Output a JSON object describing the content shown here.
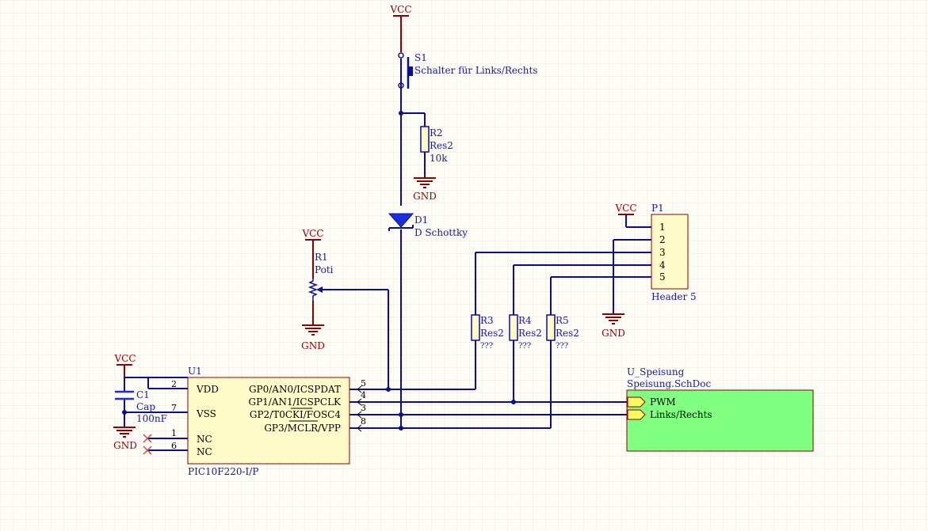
{
  "colors": {
    "wire": "#0b0f8f",
    "power": "#8b0000",
    "label": "#1a1a9a",
    "component_fill": "#fffbc8",
    "sheet_fill": "#80ff80",
    "grid": "#ecece0",
    "noconnect": "#c0504d"
  },
  "power": {
    "vcc": "VCC",
    "gnd": "GND"
  },
  "s1": {
    "designator": "S1",
    "comment": "Schalter für Links/Rechts"
  },
  "r2": {
    "designator": "R2",
    "comment": "Res2",
    "value": "10k"
  },
  "d1": {
    "designator": "D1",
    "comment": "D Schottky"
  },
  "r1": {
    "designator": "R1",
    "comment": "Poti"
  },
  "p1": {
    "designator": "P1",
    "comment": "Header 5",
    "pins": [
      "1",
      "2",
      "3",
      "4",
      "5"
    ]
  },
  "r3": {
    "designator": "R3",
    "comment": "Res2",
    "value": "???"
  },
  "r4": {
    "designator": "R4",
    "comment": "Res2",
    "value": "???"
  },
  "r5": {
    "designator": "R5",
    "comment": "Res2",
    "value": "???"
  },
  "c1": {
    "designator": "C1",
    "comment": "Cap",
    "value": "100nF"
  },
  "u1": {
    "designator": "U1",
    "comment": "PIC10F220-I/P",
    "left_pins": [
      {
        "num": "2",
        "name": "VDD"
      },
      {
        "num": "7",
        "name": "VSS"
      },
      {
        "num": "1",
        "name": "NC"
      },
      {
        "num": "6",
        "name": "NC"
      }
    ],
    "right_pins": [
      {
        "num": "5",
        "name": "GP0/AN0/ICSPDAT"
      },
      {
        "num": "4",
        "name": "GP1/AN1/ICSPCLK"
      },
      {
        "num": "3",
        "name": "GP2/T0CKI/FOSC4"
      },
      {
        "num": "8",
        "name": "GP3/MCLR/VPP"
      }
    ]
  },
  "sheet": {
    "designator": "U_Speisung",
    "filename": "Speisung.SchDoc",
    "ports": [
      "PWM",
      "Links/Rechts"
    ]
  }
}
